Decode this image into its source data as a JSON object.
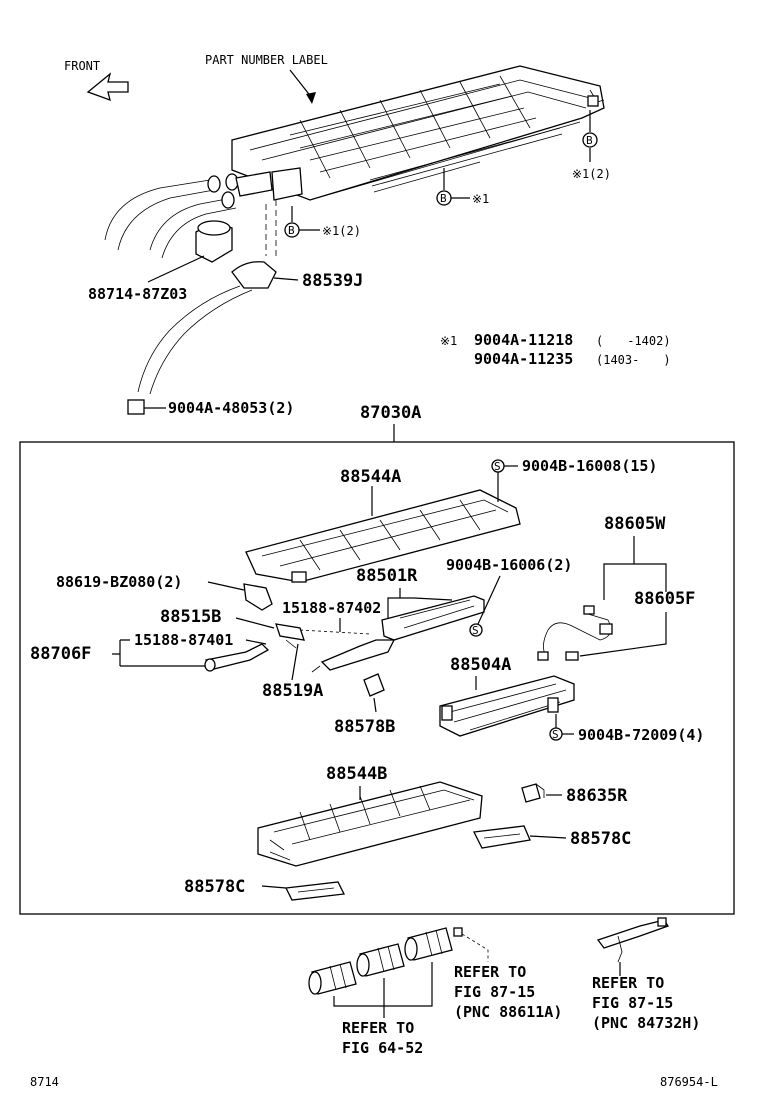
{
  "top": {
    "front_label": "FRONT",
    "part_number_label": "PART NUMBER LABEL",
    "pn_88714": "88714-87Z03",
    "pn_88539J": "88539J",
    "pn_9004A_48053": "9004A-48053(2)",
    "b_marker": "B",
    "note_x1": "※1",
    "note_x1_2": "※1(2)",
    "note_ref_mark": "※1",
    "note_line1_pn": "9004A-11218",
    "note_line1_range": "(　　-1402)",
    "note_line2_pn": "9004A-11235",
    "note_line2_range": "(1403-　　)"
  },
  "assembly": {
    "title": "87030A",
    "pn_88544A": "88544A",
    "s_marker": "S",
    "pn_9004B_16008": "9004B-16008(15)",
    "pn_88605W": "88605W",
    "pn_88619": "88619-BZ080(2)",
    "pn_88501R": "88501R",
    "pn_9004B_16006": "9004B-16006(2)",
    "pn_88605F": "88605F",
    "pn_88515B": "88515B",
    "pn_15188_87402": "15188-87402",
    "pn_15188_87401": "15188-87401",
    "pn_88706F": "88706F",
    "pn_88504A": "88504A",
    "pn_88519A": "88519A",
    "pn_88578B": "88578B",
    "pn_9004B_72009": "9004B-72009(4)",
    "pn_88544B": "88544B",
    "pn_88635R": "88635R",
    "pn_88578C_right": "88578C",
    "pn_88578C_left": "88578C"
  },
  "bottom": {
    "refer_left_1": "REFER TO",
    "refer_left_2": "FIG 87-15",
    "refer_left_3": "(PNC 88611A)",
    "refer_right_1": "REFER TO",
    "refer_right_2": "FIG 87-15",
    "refer_right_3": "(PNC 84732H)",
    "refer_bottom_1": "REFER TO",
    "refer_bottom_2": "FIG 64-52"
  },
  "footer": {
    "left_code": "8714",
    "right_code": "876954-L"
  }
}
